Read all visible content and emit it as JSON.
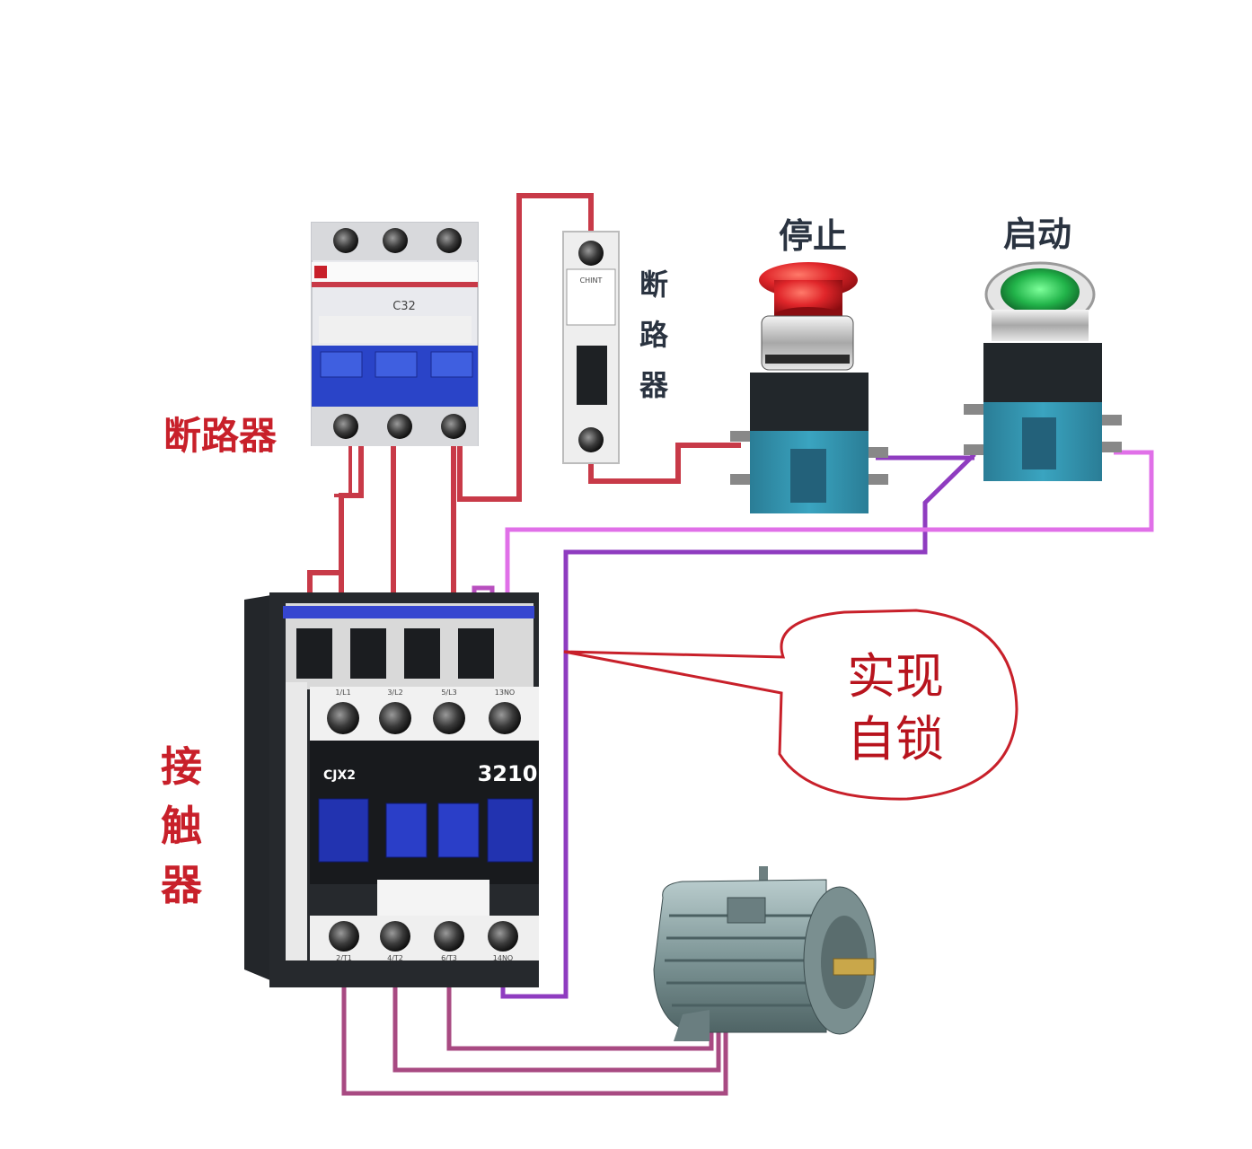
{
  "labels": {
    "breaker_3p": "断路器",
    "breaker_1p": [
      "断",
      "路",
      "器"
    ],
    "stop_button": "停止",
    "start_button": "启动",
    "contactor": [
      "接",
      "触",
      "器"
    ],
    "callout": [
      "实现",
      "自锁"
    ]
  },
  "device_text": {
    "contactor_brand": "CJX2",
    "contactor_model": "3210",
    "contactor_top_terminals": [
      "1/L1",
      "3/L2",
      "5/L3",
      "13NO"
    ],
    "contactor_bottom_terminals": [
      "2/T1",
      "4/T2",
      "6/T3",
      "14NO"
    ],
    "breaker_3p_rating": "C32",
    "breaker_1p_brand": "CHINT"
  },
  "colors": {
    "power_wire": "#c83a48",
    "control_wire": "#b84fbf",
    "motor_wire": "#a84a82",
    "label_red": "#c8202a",
    "stop_red": "#e0262a",
    "start_green": "#22b44a",
    "contactor_blue": "#2233b0",
    "switch_body": "#2c8fa8"
  }
}
